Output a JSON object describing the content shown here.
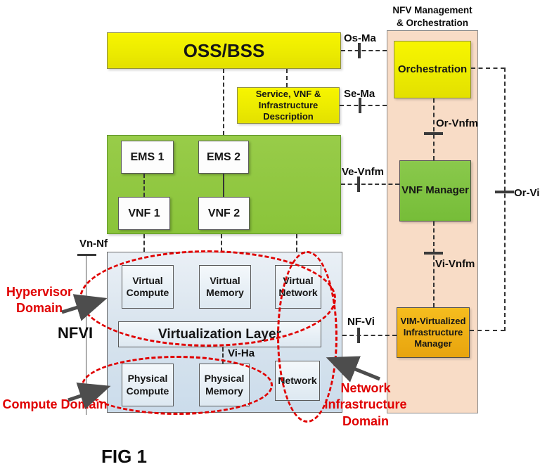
{
  "title": "FIG 1",
  "header": "NFV Management\n& Orchestration",
  "boxes": {
    "oss_bss": "OSS/BSS",
    "service_desc": "Service, VNF &\nInfrastructure\nDescription",
    "orchestration": "Orchestration",
    "ems1": "EMS 1",
    "ems2": "EMS 2",
    "vnf1": "VNF 1",
    "vnf2": "VNF 2",
    "vnf_manager": "VNF Manager",
    "nfvi_label": "NFVI",
    "virtual_compute": "Virtual\nCompute",
    "virtual_memory": "Virtual\nMemory",
    "virtual_network": "Virtual\nNetwork",
    "virtualization_layer": "Virtualization Layer",
    "physical_compute": "Physical\nCompute",
    "physical_memory": "Physical\nMemory",
    "network": "Network",
    "vim": "VIM-Virtualized\nInfrastructure\nManager"
  },
  "interfaces": {
    "os_ma": "Os-Ma",
    "se_ma": "Se-Ma",
    "or_vnfm": "Or-Vnfm",
    "ve_vnfm": "Ve-Vnfm",
    "or_vi": "Or-Vi",
    "vi_vnfm": "Vi-Vnfm",
    "nf_vi": "NF-Vi",
    "vn_nf": "Vn-Nf",
    "vi_ha": "Vi-Ha"
  },
  "annotations": {
    "hypervisor_domain": "Hypervisor\nDomain",
    "compute_domain": "Compute Domain",
    "network_infra_domain": "Network\nInfrastructure\nDomain"
  },
  "colors": {
    "box_yellow": "#f0ee00",
    "container_green": "#8dc63f",
    "manager_green": "#7cc242",
    "mano_peach": "#f8dcc6",
    "nfvi_blue": "#dce7f0",
    "vim_amber": "#eda913",
    "annotation_red": "#e00000",
    "line_dark": "#3a3a3a"
  }
}
